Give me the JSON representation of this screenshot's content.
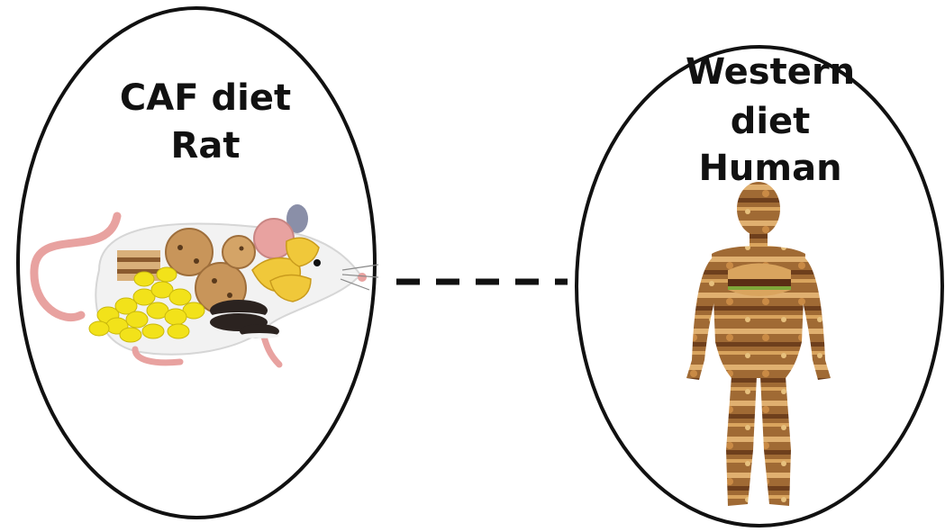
{
  "left_panel": {
    "title_line1": "CAF diet",
    "title_line2": "Rat",
    "illustration": "rat-filled-with-cafeteria-food"
  },
  "right_panel": {
    "title_line1": "Western",
    "title_line2": "diet",
    "title_line3": "Human",
    "illustration": "human-silhouette-filled-with-fast-food"
  },
  "connector": {
    "style": "dashed-line"
  },
  "colors": {
    "outline": "#111111",
    "rat_pink": "#e8a2a0",
    "rat_body": "#f2f2f2",
    "corn_yellow": "#f2e21a",
    "cookie_brown": "#c8955a",
    "oreo_dark": "#2b2320",
    "chips_yellow": "#f0c83a",
    "food_brown": "#8a5a2e"
  }
}
